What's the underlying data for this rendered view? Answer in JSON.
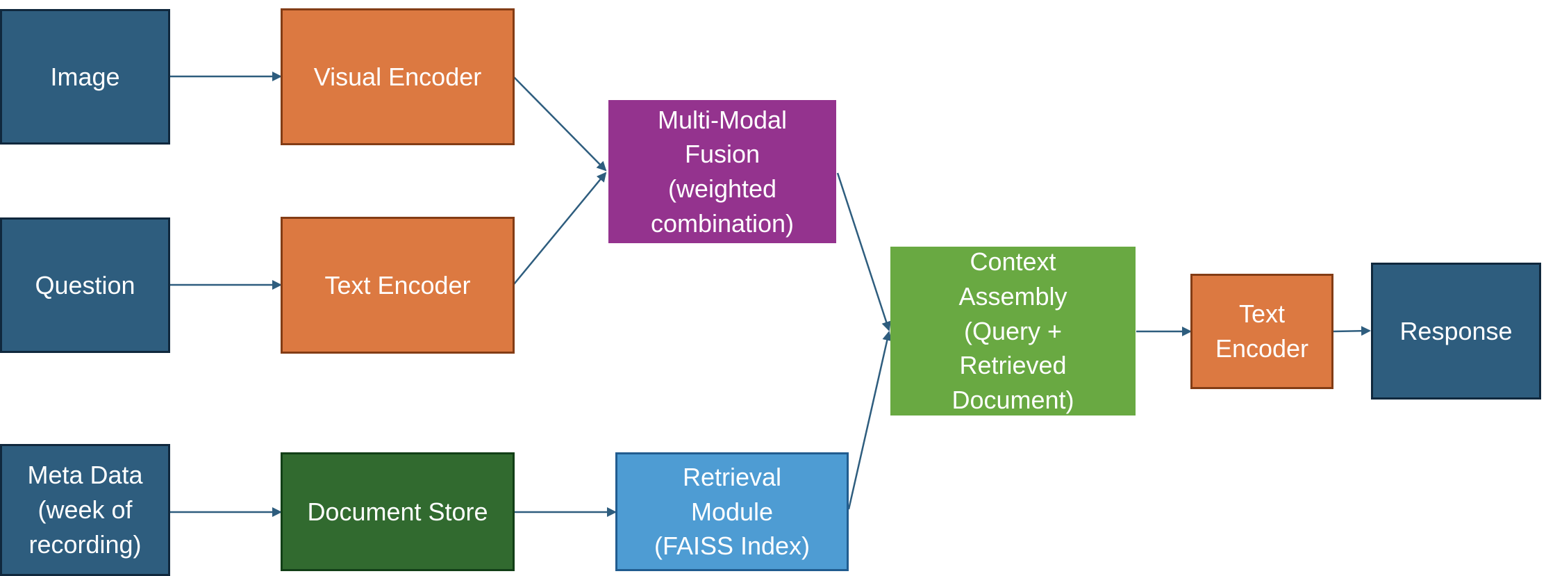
{
  "diagram": {
    "colors": {
      "input_fill": "#2e5d7e",
      "encoder_fill": "#dc7941",
      "fusion_fill": "#94338e",
      "store_fill": "#316a2f",
      "context_fill": "#69a942",
      "retrieval_fill": "#4e9cd3",
      "edge": "#2e5d7e"
    },
    "nodes": {
      "image": "Image",
      "question": "Question",
      "meta_data": "Meta Data\n(week of\nrecording)",
      "visual_encoder": "Visual Encoder",
      "text_encoder_left": "Text Encoder",
      "document_store": "Document Store",
      "fusion": "Multi-Modal\nFusion\n(weighted\ncombination)",
      "retrieval": "Retrieval\nModule\n(FAISS Index)",
      "context": "Context\nAssembly\n(Query +\nRetrieved\nDocument)",
      "text_encoder_right": "Text\nEncoder",
      "response": "Response"
    }
  }
}
